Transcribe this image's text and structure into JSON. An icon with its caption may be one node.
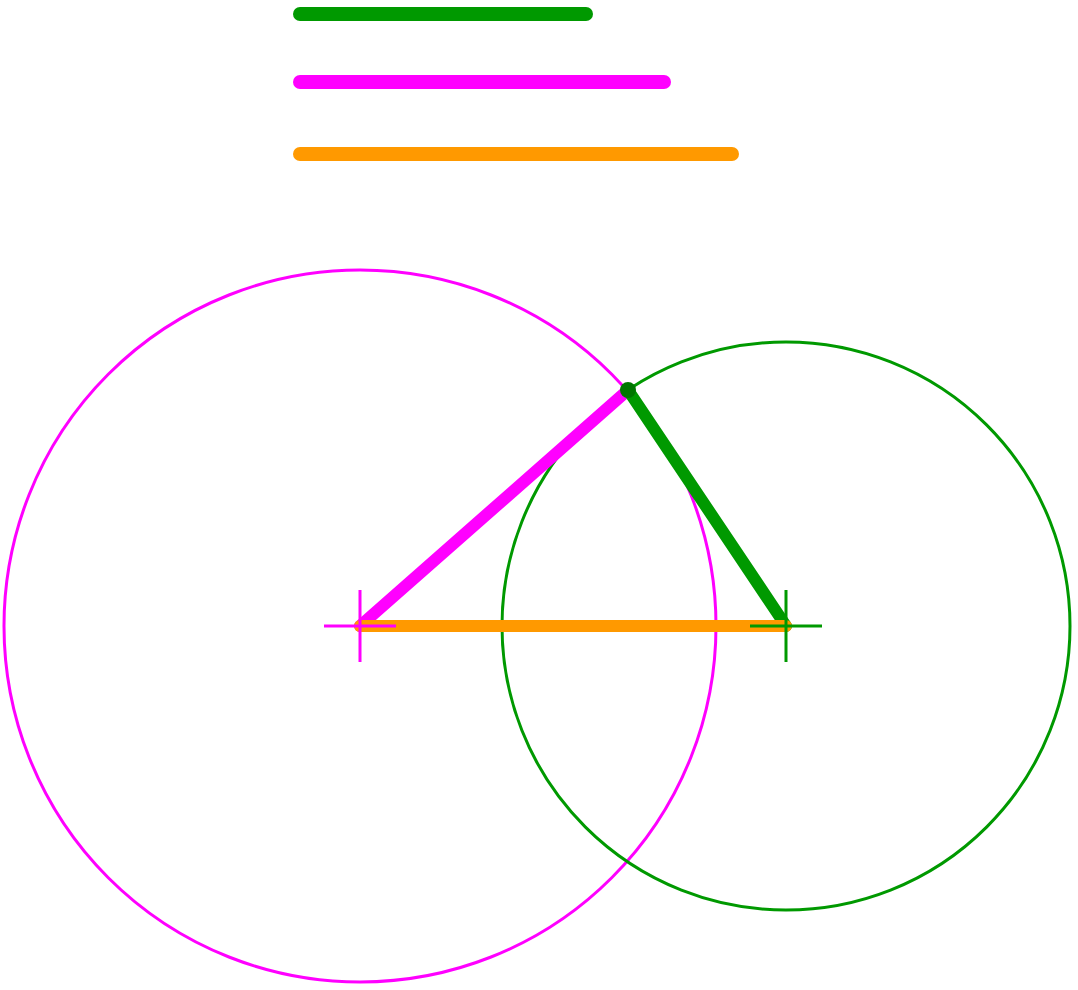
{
  "diagram": {
    "nodes": [
      {
        "text": [],
        "shape": "point"
      },
      {
        "text": [],
        "shape": "point"
      },
      {
        "text": [],
        "shape": "point"
      }
    ],
    "edges": [
      {
        "from": 0,
        "to": 2,
        "arrow": "none",
        "color": "#ff00ff"
      },
      {
        "from": 2,
        "to": 1,
        "arrow": "none",
        "color": "#009900"
      },
      {
        "from": 0,
        "to": 1,
        "arrow": "none",
        "color": "#ff9900"
      }
    ]
  }
}
